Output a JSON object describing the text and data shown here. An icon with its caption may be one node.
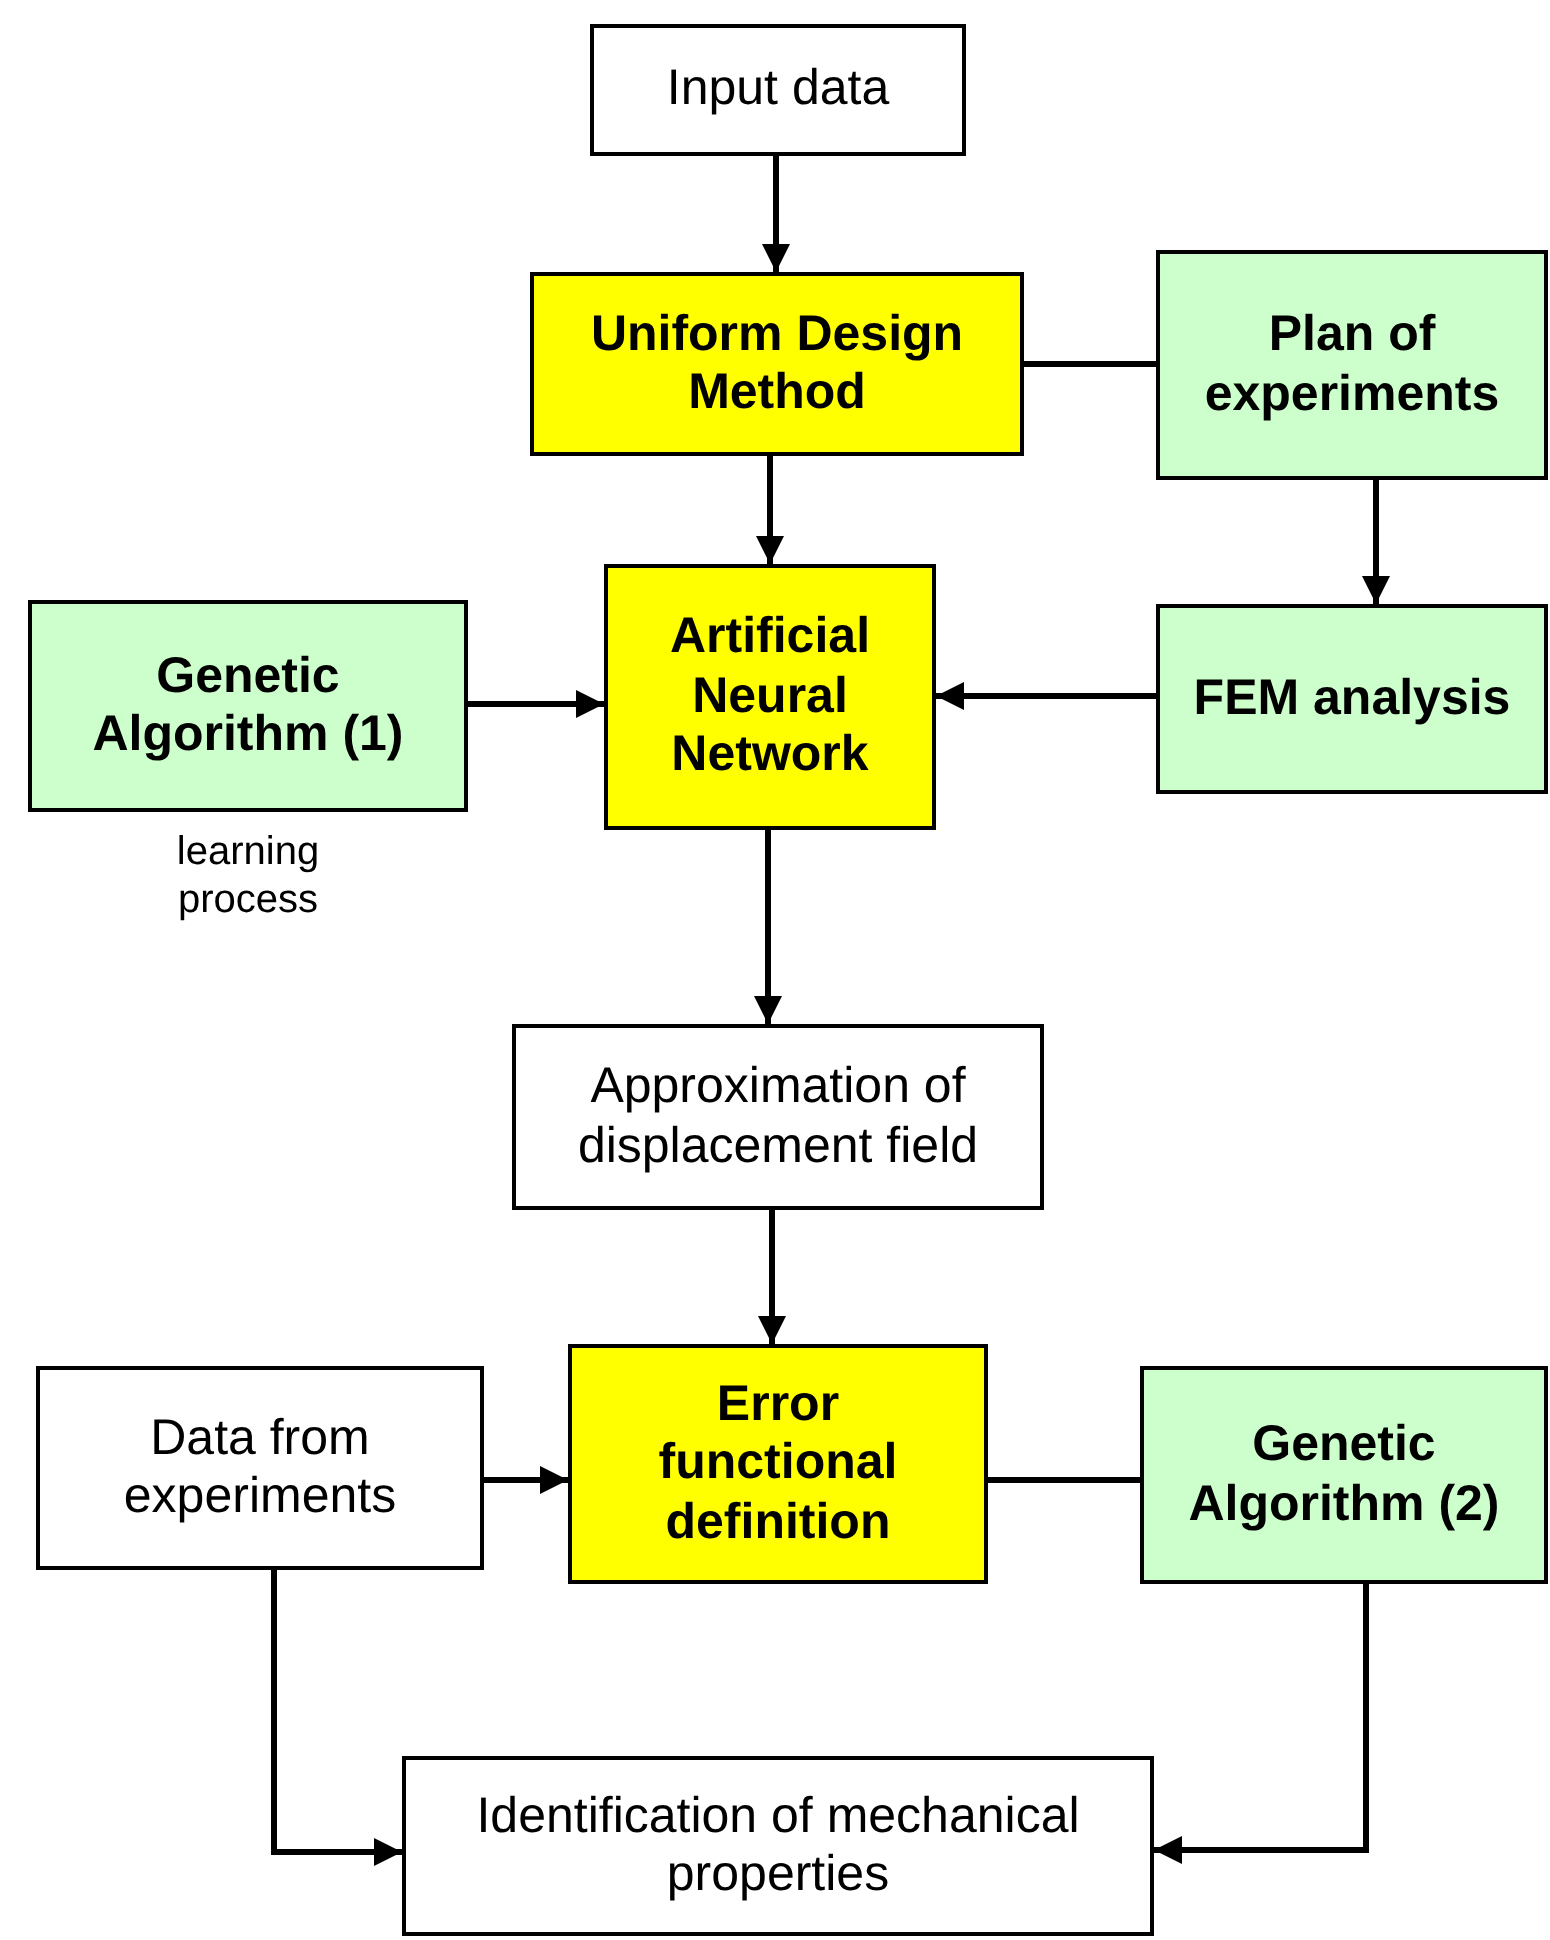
{
  "diagram": {
    "nodes": [
      {
        "text": [
          "Input data"
        ]
      },
      {
        "text": [
          "Uniform Design Method"
        ]
      },
      {
        "text": [
          "Plan of experiments"
        ]
      },
      {
        "text": [
          "Genetic Algorithm (1)"
        ],
        "beside": [
          "learning process"
        ]
      },
      {
        "text": [
          "Artificial Neural Network"
        ]
      },
      {
        "text": [
          "FEM analysis"
        ]
      },
      {
        "text": [
          "Approximation of displacement field"
        ]
      },
      {
        "text": [
          "Data from experiments"
        ]
      },
      {
        "text": [
          "Error functional definition"
        ]
      },
      {
        "text": [
          "Genetic Algorithm (2)"
        ]
      },
      {
        "text": [
          "Identification of mechanical properties"
        ]
      }
    ],
    "edges": [
      {
        "from": 0,
        "to": 1,
        "arrow": "to"
      },
      {
        "from": 1,
        "to": 2,
        "arrow": "none"
      },
      {
        "from": 1,
        "to": 4,
        "arrow": "to"
      },
      {
        "from": 2,
        "to": 5,
        "arrow": "to"
      },
      {
        "from": 3,
        "to": 4,
        "arrow": "to"
      },
      {
        "from": 5,
        "to": 4,
        "arrow": "to"
      },
      {
        "from": 4,
        "to": 6,
        "arrow": "to"
      },
      {
        "from": 6,
        "to": 8,
        "arrow": "to"
      },
      {
        "from": 7,
        "to": 8,
        "arrow": "to"
      },
      {
        "from": 8,
        "to": 9,
        "arrow": "none"
      },
      {
        "from": 7,
        "to": 10,
        "arrow": "to"
      },
      {
        "from": 9,
        "to": 10,
        "arrow": "to"
      }
    ]
  }
}
